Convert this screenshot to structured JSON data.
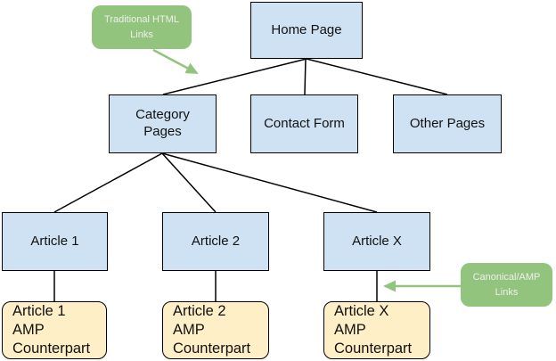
{
  "diagram": {
    "colors": {
      "page_box_fill": "#cfe2f3",
      "page_box_border": "#000000",
      "amp_box_fill": "#ffefc6",
      "amp_box_border": "#000000",
      "callout_fill": "#93c47d",
      "callout_text_color": "#efefef",
      "connector_color": "#000000",
      "arrow_color": "#93c47d"
    },
    "pages": {
      "home": "Home Page",
      "category": "Category\nPages",
      "contact": "Contact Form",
      "other": "Other Pages",
      "article1": "Article 1",
      "article2": "Article 2",
      "articleX": "Article X"
    },
    "amp_counterparts": {
      "article1": "Article 1\nAMP\nCounterpart",
      "article2": "Article 2\nAMP\nCounterpart",
      "articleX": "Article X\nAMP\nCounterpart"
    },
    "callouts": {
      "traditional_html_links": "Traditional HTML\nLinks",
      "canonical_amp_links": "Canonical/AMP\nLinks"
    }
  }
}
